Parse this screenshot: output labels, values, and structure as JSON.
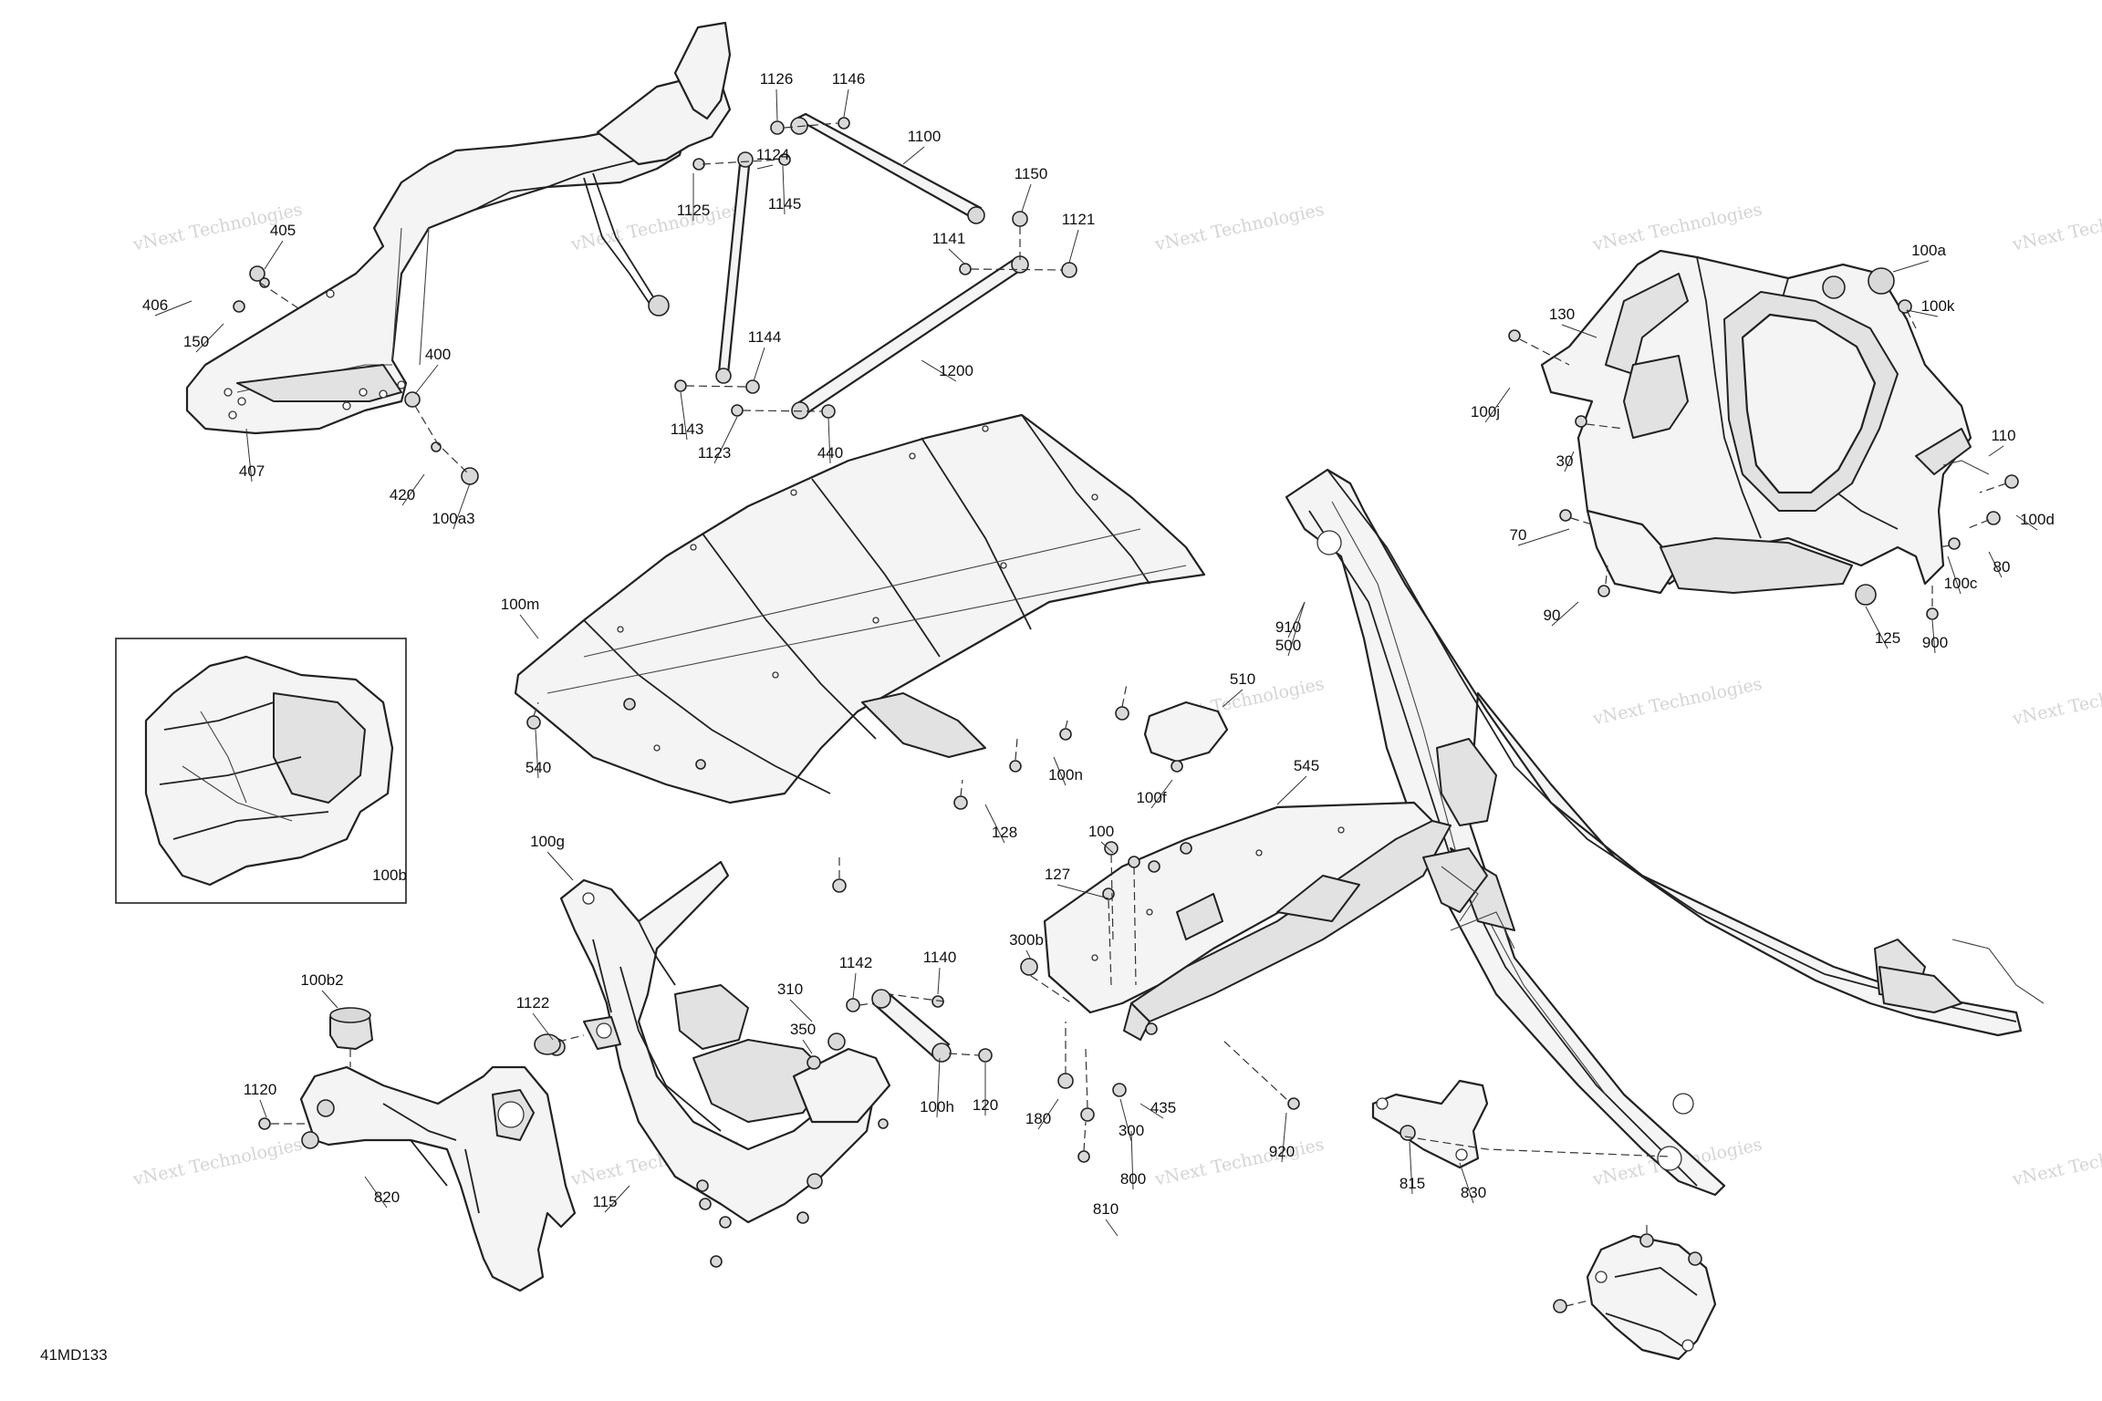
{
  "diagram_code": "41MD133",
  "watermark_text": "vNext Technologies",
  "callouts": [
    {
      "id": "1126"
    },
    {
      "id": "1146"
    },
    {
      "id": "1100"
    },
    {
      "id": "1150"
    },
    {
      "id": "1121"
    },
    {
      "id": "1141"
    },
    {
      "id": "1200"
    },
    {
      "id": "1125"
    },
    {
      "id": "1145"
    },
    {
      "id": "1124"
    },
    {
      "id": "1144"
    },
    {
      "id": "1143"
    },
    {
      "id": "1123"
    },
    {
      "id": "440"
    },
    {
      "id": "405"
    },
    {
      "id": "406"
    },
    {
      "id": "150"
    },
    {
      "id": "400"
    },
    {
      "id": "407"
    },
    {
      "id": "420"
    },
    {
      "id": "100a3"
    },
    {
      "id": "100a"
    },
    {
      "id": "130"
    },
    {
      "id": "100k"
    },
    {
      "id": "100j"
    },
    {
      "id": "30"
    },
    {
      "id": "110"
    },
    {
      "id": "100d"
    },
    {
      "id": "70"
    },
    {
      "id": "80"
    },
    {
      "id": "100c"
    },
    {
      "id": "90"
    },
    {
      "id": "125"
    },
    {
      "id": "900"
    },
    {
      "id": "910"
    },
    {
      "id": "500"
    },
    {
      "id": "100m"
    },
    {
      "id": "510"
    },
    {
      "id": "540"
    },
    {
      "id": "100n"
    },
    {
      "id": "100f"
    },
    {
      "id": "545"
    },
    {
      "id": "128"
    },
    {
      "id": "100"
    },
    {
      "id": "100b"
    },
    {
      "id": "100g"
    },
    {
      "id": "127"
    },
    {
      "id": "300b"
    },
    {
      "id": "100b2"
    },
    {
      "id": "1122"
    },
    {
      "id": "1142"
    },
    {
      "id": "1140"
    },
    {
      "id": "310"
    },
    {
      "id": "350"
    },
    {
      "id": "1120"
    },
    {
      "id": "100h"
    },
    {
      "id": "120"
    },
    {
      "id": "180"
    },
    {
      "id": "300"
    },
    {
      "id": "435"
    },
    {
      "id": "920"
    },
    {
      "id": "820"
    },
    {
      "id": "115"
    },
    {
      "id": "815"
    },
    {
      "id": "830"
    },
    {
      "id": "800"
    },
    {
      "id": "810"
    }
  ]
}
